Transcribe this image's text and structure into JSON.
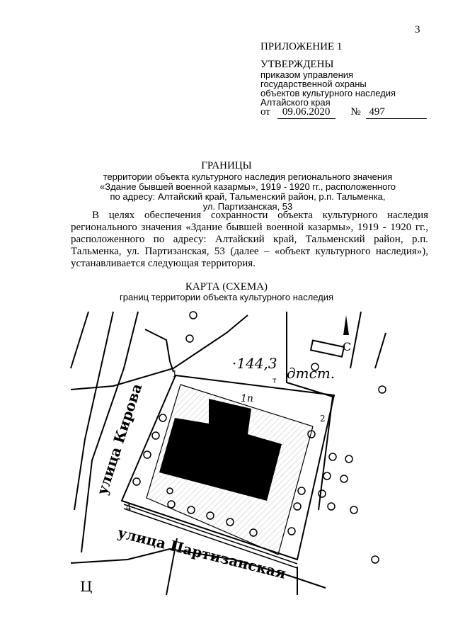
{
  "page_number": "3",
  "appendix": "ПРИЛОЖЕНИЕ 1",
  "approval": {
    "heading": "УТВЕРЖДЕНЫ",
    "lines": [
      "приказом управления",
      "государственной охраны",
      "объектов культурного наследия",
      "Алтайского края"
    ],
    "date_prefix": "от",
    "date": "09.06.2020",
    "number_prefix": "№",
    "number": "497"
  },
  "title": "ГРАНИЦЫ",
  "subtitle_lines": [
    "территории объекта культурного наследия регионального значения",
    "«Здание бывшей военной казармы», 1919 - 1920 гг., расположенного",
    "по адресу: Алтайский край, Тальменский район, р.п. Тальменка,",
    "ул. Партизанская, 53"
  ],
  "paragraph": "В целях обеспечения сохранности объекта культурного наследия регионального значения «Здание бывшей военной казармы», 1919 - 1920 гг., расположенного по адресу: Алтайский край, Тальменский район, р.п. Тальменка, ул. Партизанская, 53 (далее – «объект культурного наследия»), устанавливается следующая территория.",
  "map": {
    "title": "КАРТА (СХЕМА)",
    "subtitle": "границ территории объекта культурного наследия",
    "labels": {
      "street_kirova": "улица Кирова",
      "street_partizanskaya": "улица Партизанская",
      "elevation": "·144,3",
      "dtst": "дтст.",
      "c": "С",
      "ts": "Ц",
      "t": "т",
      "floors": "1п",
      "point1": "1",
      "point2": "2",
      "point4": "4"
    }
  }
}
